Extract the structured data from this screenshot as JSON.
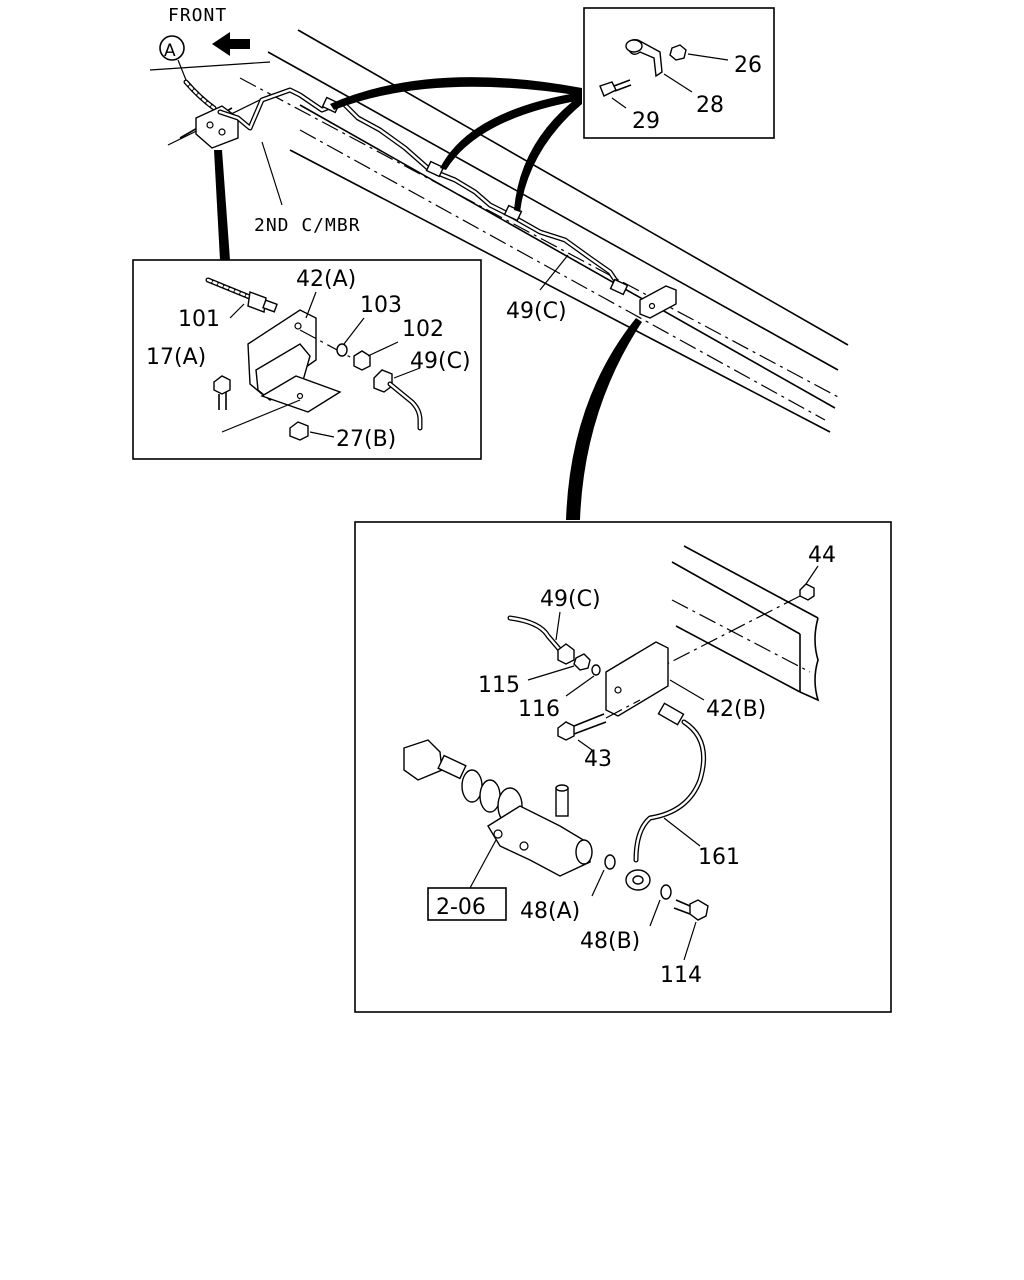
{
  "header": {
    "front_label": "FRONT",
    "ref_marker": "A",
    "crossmember_label": "2ND C/MBR"
  },
  "callouts": {
    "c26": "26",
    "c28": "28",
    "c29": "29",
    "c101": "101",
    "c42a": "42(A)",
    "c103": "103",
    "c102": "102",
    "c49c_left": "49(C)",
    "c17a": "17(A)",
    "c27b": "27(B)",
    "c49c_main": "49(C)",
    "c44": "44",
    "c49c_detail": "49(C)",
    "c115": "115",
    "c116": "116",
    "c42b": "42(B)",
    "c43": "43",
    "c161": "161",
    "c48a": "48(A)",
    "c48b": "48(B)",
    "c114": "114",
    "ref_box": "2-06"
  }
}
